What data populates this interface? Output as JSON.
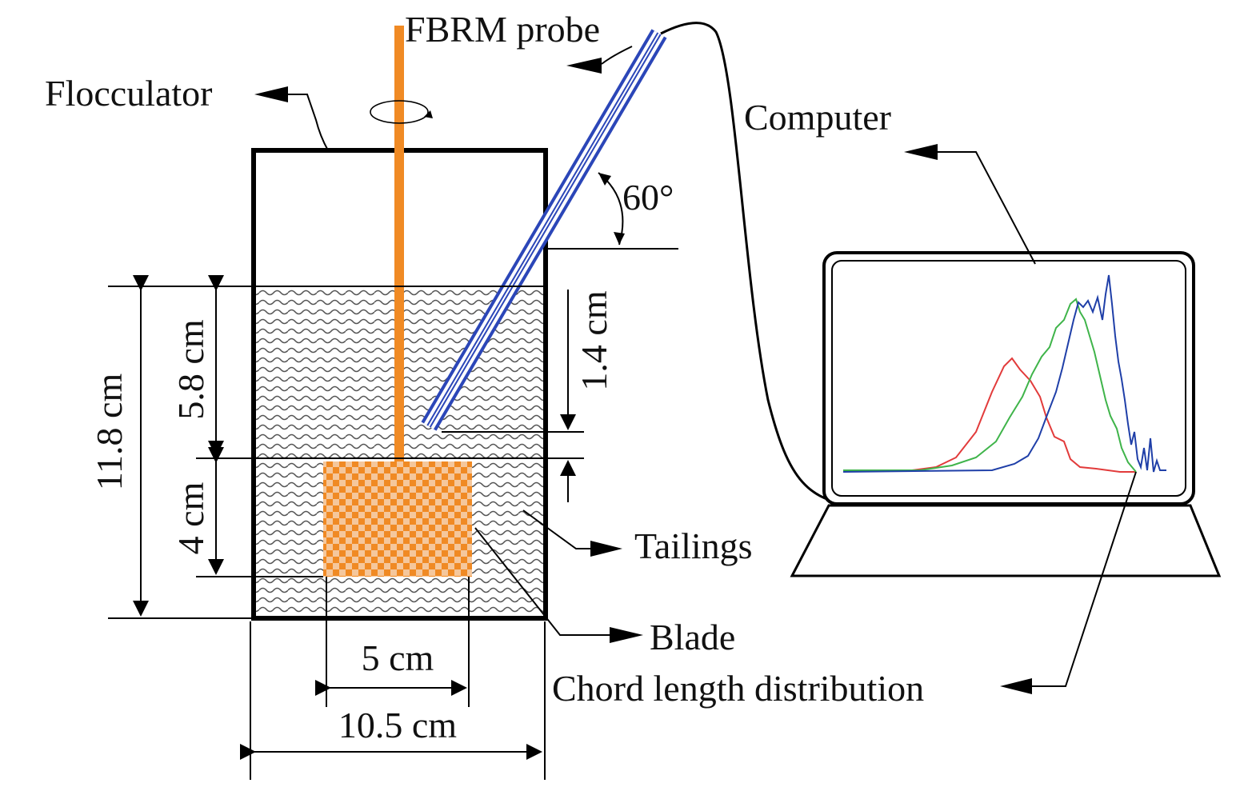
{
  "labels": {
    "fbrm_probe": "FBRM probe",
    "flocculator": "Flocculator",
    "computer": "Computer",
    "tailings": "Tailings",
    "blade": "Blade",
    "chord_length_distribution": "Chord length distribution",
    "angle": "60°"
  },
  "dimensions": {
    "total_height": "11.8 cm",
    "upper_height": "5.8 cm",
    "blade_height": "4 cm",
    "probe_depth": "1.4 cm",
    "blade_width": "5 cm",
    "vessel_width": "10.5 cm"
  },
  "colors": {
    "shaft": "#f08a24",
    "probe": "#2b46b8",
    "curve_red": "#e23b3b",
    "curve_green": "#3fb44a",
    "curve_blue": "#1f3fa8"
  }
}
